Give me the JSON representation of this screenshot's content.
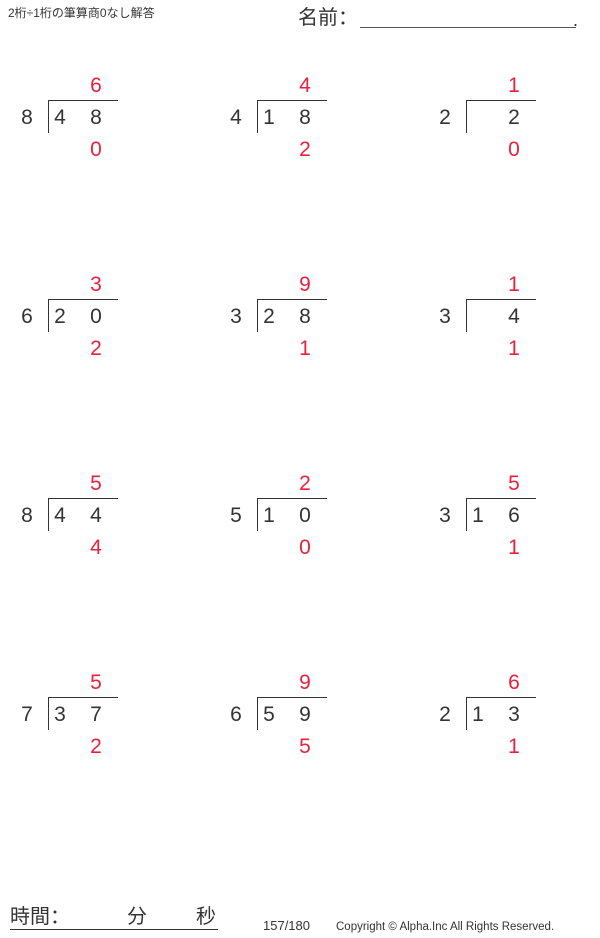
{
  "header": {
    "title": "2桁÷1桁の筆算商0なし解答",
    "name_label": "名前：",
    "name_value": "",
    "name_end": "."
  },
  "colors": {
    "answer": "#e8223c",
    "text": "#333333"
  },
  "problems": [
    {
      "divisor": "8",
      "dividend_tens": "4",
      "dividend_ones": "8",
      "quotient": "6",
      "remainder": "0"
    },
    {
      "divisor": "4",
      "dividend_tens": "1",
      "dividend_ones": "8",
      "quotient": "4",
      "remainder": "2"
    },
    {
      "divisor": "2",
      "dividend_tens": "",
      "dividend_ones": "2",
      "quotient": "1",
      "remainder": "0"
    },
    {
      "divisor": "6",
      "dividend_tens": "2",
      "dividend_ones": "0",
      "quotient": "3",
      "remainder": "2"
    },
    {
      "divisor": "3",
      "dividend_tens": "2",
      "dividend_ones": "8",
      "quotient": "9",
      "remainder": "1"
    },
    {
      "divisor": "3",
      "dividend_tens": "",
      "dividend_ones": "4",
      "quotient": "1",
      "remainder": "1"
    },
    {
      "divisor": "8",
      "dividend_tens": "4",
      "dividend_ones": "4",
      "quotient": "5",
      "remainder": "4"
    },
    {
      "divisor": "5",
      "dividend_tens": "1",
      "dividend_ones": "0",
      "quotient": "2",
      "remainder": "0"
    },
    {
      "divisor": "3",
      "dividend_tens": "1",
      "dividend_ones": "6",
      "quotient": "5",
      "remainder": "1"
    },
    {
      "divisor": "7",
      "dividend_tens": "3",
      "dividend_ones": "7",
      "quotient": "5",
      "remainder": "2"
    },
    {
      "divisor": "6",
      "dividend_tens": "5",
      "dividend_ones": "9",
      "quotient": "9",
      "remainder": "5"
    },
    {
      "divisor": "2",
      "dividend_tens": "1",
      "dividend_ones": "3",
      "quotient": "6",
      "remainder": "1"
    }
  ],
  "footer": {
    "time_label": "時間：",
    "minutes_label": "分",
    "seconds_label": "秒",
    "page": "157/180",
    "copyright": "Copyright © Alpha.Inc All Rights Reserved."
  }
}
